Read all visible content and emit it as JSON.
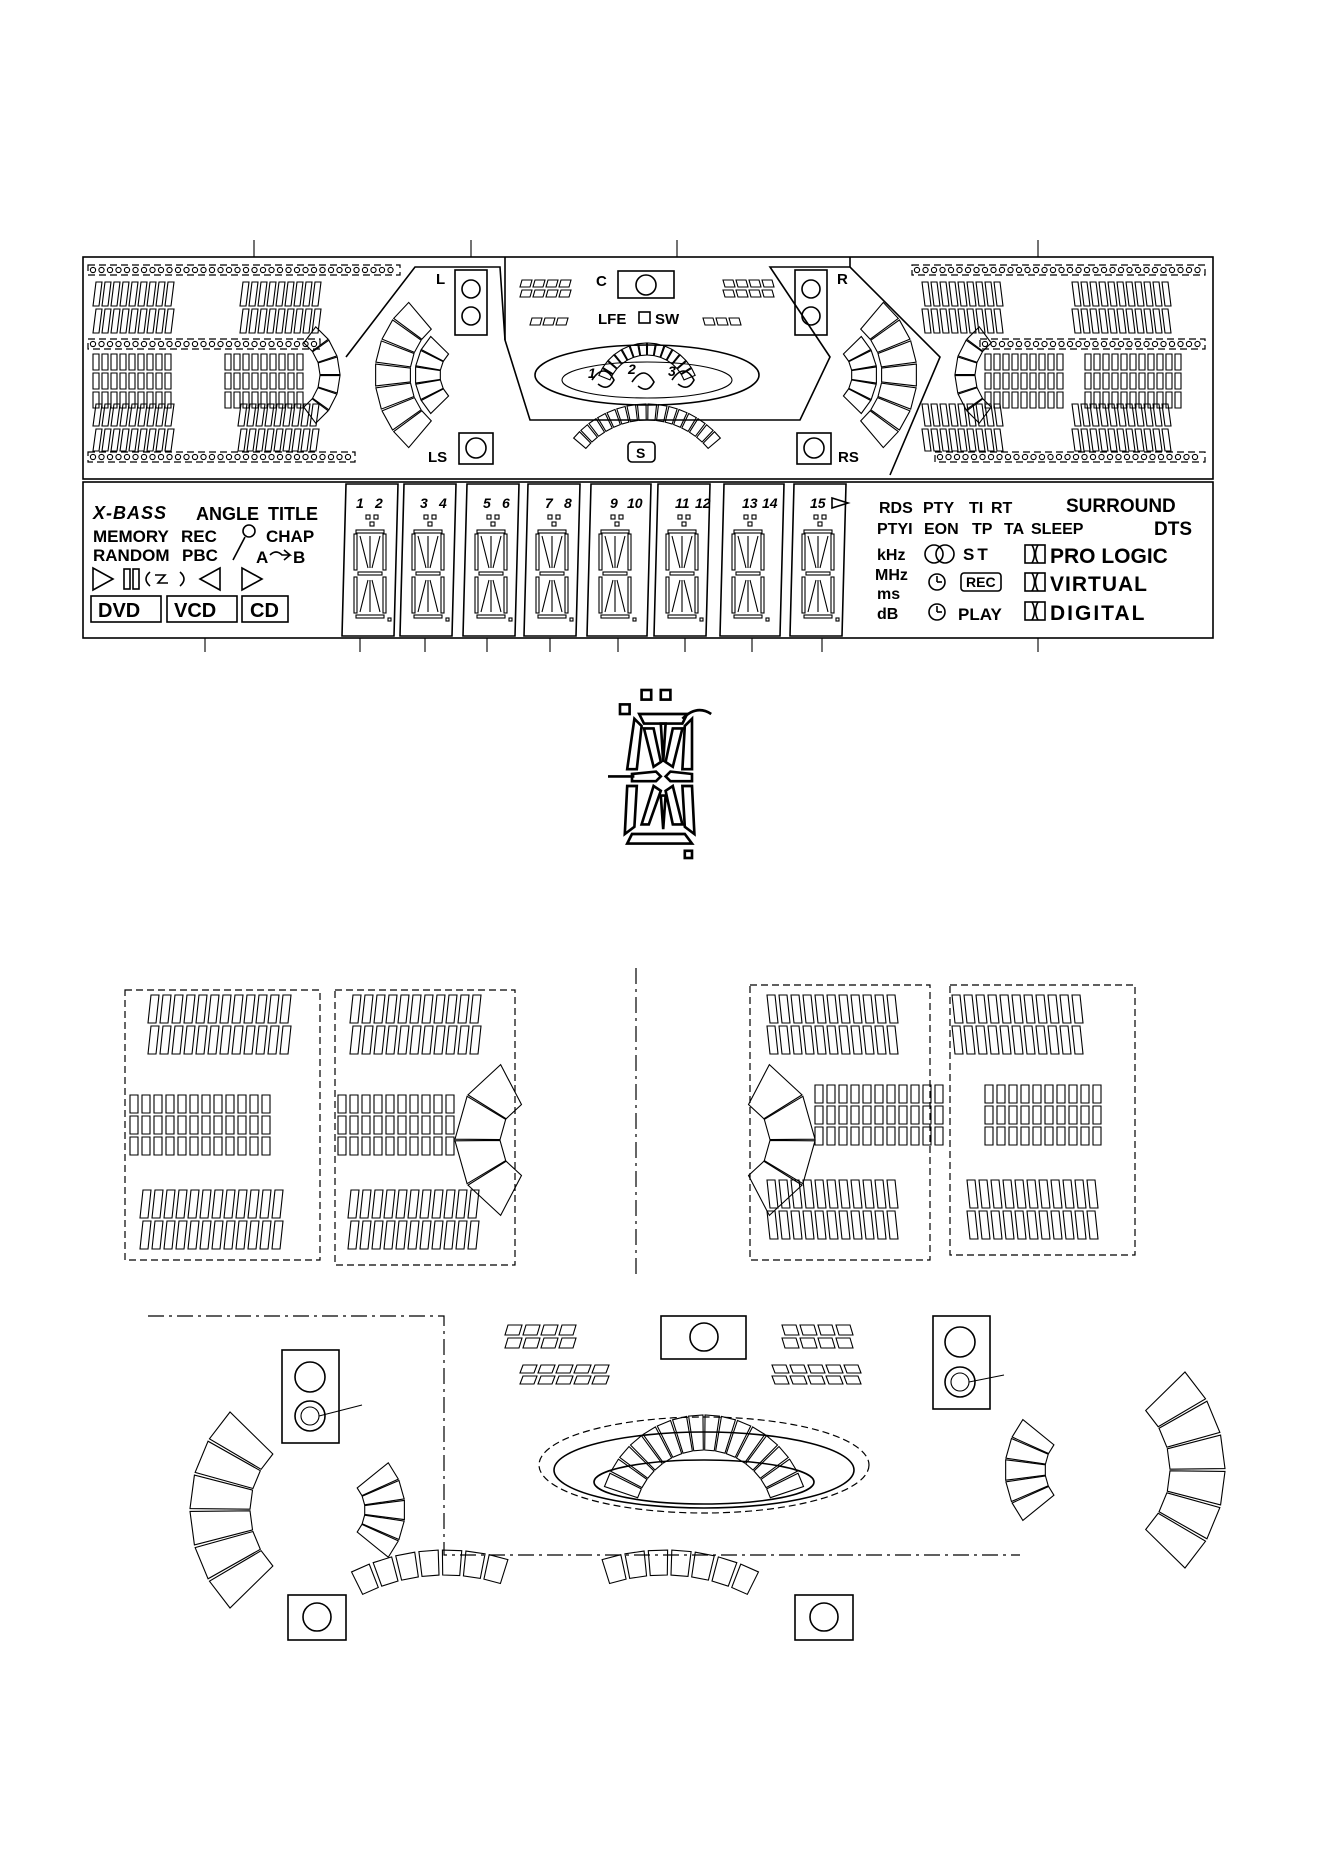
{
  "display": {
    "channels": {
      "left": "L",
      "center": "C",
      "right": "R",
      "lfe": "LFE",
      "sw": "SW",
      "left_surround": "LS",
      "right_surround": "RS",
      "surround_badge": "S",
      "spiral_numbers": [
        "1",
        "2",
        "3"
      ]
    },
    "left_panel": {
      "xbass": "X-BASS",
      "angle": "ANGLE",
      "title": "TITLE",
      "memory": "MEMORY",
      "rec": "REC",
      "chap": "CHAP",
      "random": "RANDOM",
      "pbc": "PBC",
      "ab_a": "A",
      "ab_b": "B",
      "discs": [
        "DVD",
        "VCD",
        "CD"
      ]
    },
    "digit_labels": [
      [
        "1",
        "2"
      ],
      [
        "3",
        "4"
      ],
      [
        "5",
        "6"
      ],
      [
        "7",
        "8"
      ],
      [
        "9",
        "10"
      ],
      [
        "11",
        "12"
      ],
      [
        "13",
        "14"
      ],
      [
        "15",
        ""
      ]
    ],
    "right_panel": {
      "row1": [
        "RDS",
        "PTY",
        "TI",
        "RT"
      ],
      "row2": [
        "PTYI",
        "EON",
        "TP",
        "TA",
        "SLEEP"
      ],
      "surround": "SURROUND",
      "dts": "DTS",
      "units": [
        "kHz",
        "MHz",
        "ms",
        "dB"
      ],
      "st": "ST",
      "rec": "REC",
      "play": "PLAY",
      "pro_logic": "PRO LOGIC",
      "virtual": "VIRTUAL",
      "digital": "DIGITAL"
    }
  }
}
